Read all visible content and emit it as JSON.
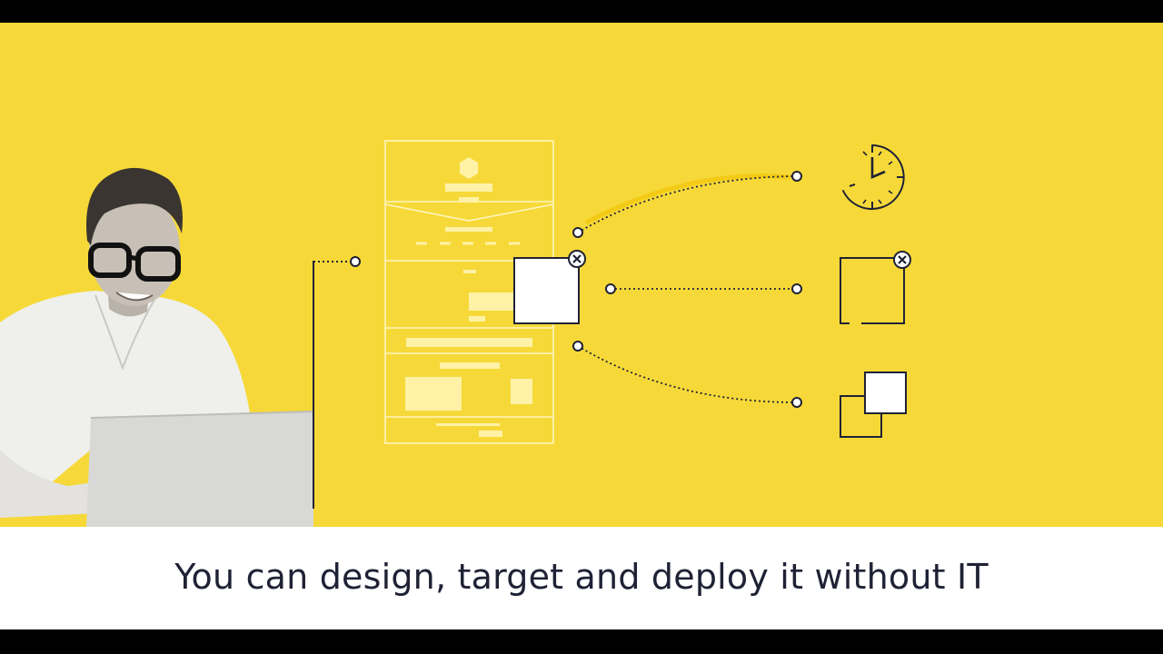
{
  "caption": "You can design, target and deploy it without IT",
  "illustration": {
    "icons": [
      "clock-icon",
      "close-icon",
      "square-icon",
      "layers-icon",
      "webpage-wireframe",
      "person-with-laptop"
    ]
  },
  "colors": {
    "panel": "#f6d938",
    "ink": "#1f2235",
    "caption_bg": "#ffffff"
  }
}
